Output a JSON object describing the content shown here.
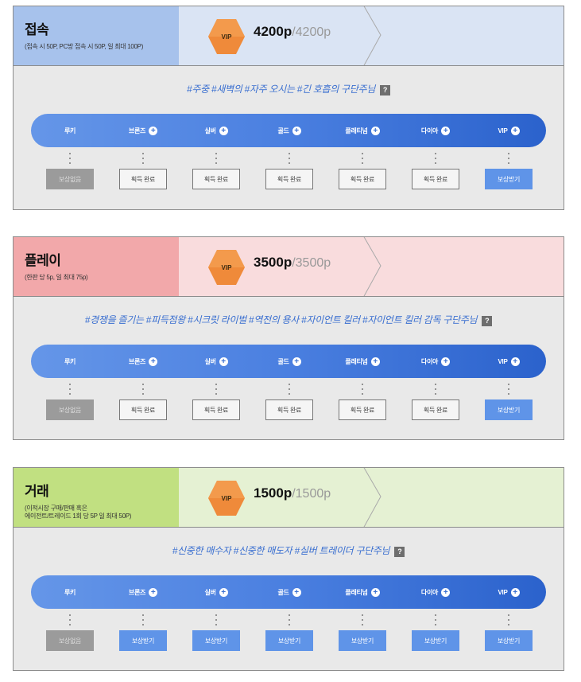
{
  "sections": [
    {
      "title": "접속",
      "desc": "(접속 시 50P, PC방 접속 시 50P, 일 최대 100P)",
      "vip_label": "VIP",
      "score": "4200p",
      "max": "/4200p",
      "tags": "#주중 #새벽의 #자주 오시는 #긴 호흡의 구단주님",
      "help": "?",
      "tiers": [
        {
          "label": "루키",
          "plus": false
        },
        {
          "label": "브론즈",
          "plus": true
        },
        {
          "label": "실버",
          "plus": true
        },
        {
          "label": "골드",
          "plus": true
        },
        {
          "label": "플래티넘",
          "plus": true
        },
        {
          "label": "다이아",
          "plus": true
        },
        {
          "label": "VIP",
          "plus": true
        }
      ],
      "buttons": [
        {
          "label": "보상없음",
          "state": "none"
        },
        {
          "label": "획득 완료",
          "state": "done"
        },
        {
          "label": "획득 완료",
          "state": "done"
        },
        {
          "label": "획득 완료",
          "state": "done"
        },
        {
          "label": "획득 완료",
          "state": "done"
        },
        {
          "label": "획득 완료",
          "state": "done"
        },
        {
          "label": "보상받기",
          "state": "claim"
        }
      ]
    },
    {
      "title": "플레이",
      "desc": "(한판 당 5p, 일 최대 75p)",
      "vip_label": "VIP",
      "score": "3500p",
      "max": "/3500p",
      "tags": "#경쟁을 즐기는 #피득점왕 #시크릿 라이벌 #역전의 용사 #자이언트 킬러 #자이언트 킬러 감독 구단주님",
      "help": "?",
      "tiers": [
        {
          "label": "루키",
          "plus": false
        },
        {
          "label": "브론즈",
          "plus": true
        },
        {
          "label": "실버",
          "plus": true
        },
        {
          "label": "골드",
          "plus": true
        },
        {
          "label": "플래티넘",
          "plus": true
        },
        {
          "label": "다이아",
          "plus": true
        },
        {
          "label": "VIP",
          "plus": true
        }
      ],
      "buttons": [
        {
          "label": "보상없음",
          "state": "none"
        },
        {
          "label": "획득 완료",
          "state": "done"
        },
        {
          "label": "획득 완료",
          "state": "done"
        },
        {
          "label": "획득 완료",
          "state": "done"
        },
        {
          "label": "획득 완료",
          "state": "done"
        },
        {
          "label": "획득 완료",
          "state": "done"
        },
        {
          "label": "보상받기",
          "state": "claim"
        }
      ]
    },
    {
      "title": "거래",
      "desc": "(이적시장 구매/판매 혹은\n에이전트/트레이드 1회 당 5P 일 최대 50P)",
      "vip_label": "VIP",
      "score": "1500p",
      "max": "/1500p",
      "tags": "#신중한 매수자 #신중한 매도자 #실버 트레이더 구단주님",
      "help": "?",
      "tiers": [
        {
          "label": "루키",
          "plus": false
        },
        {
          "label": "브론즈",
          "plus": true
        },
        {
          "label": "실버",
          "plus": true
        },
        {
          "label": "골드",
          "plus": true
        },
        {
          "label": "플래티넘",
          "plus": true
        },
        {
          "label": "다이아",
          "plus": true
        },
        {
          "label": "VIP",
          "plus": true
        }
      ],
      "buttons": [
        {
          "label": "보상없음",
          "state": "none"
        },
        {
          "label": "보상받기",
          "state": "claim"
        },
        {
          "label": "보상받기",
          "state": "claim"
        },
        {
          "label": "보상받기",
          "state": "claim"
        },
        {
          "label": "보상받기",
          "state": "claim"
        },
        {
          "label": "보상받기",
          "state": "claim"
        },
        {
          "label": "보상받기",
          "state": "claim"
        }
      ]
    }
  ],
  "colors": {
    "bar_start": "#6596e8",
    "bar_end": "#2b62cc",
    "hex": "#ef8a3a",
    "tag_text": "#3a6fd0",
    "claim_button": "#5f94e8",
    "none_button": "#9b9b9b"
  },
  "icons": {
    "help": "question-box-icon",
    "plus": "plus-circle-icon",
    "badge": "hexagon-vip-icon",
    "chevron": "chevron-right-icon"
  }
}
